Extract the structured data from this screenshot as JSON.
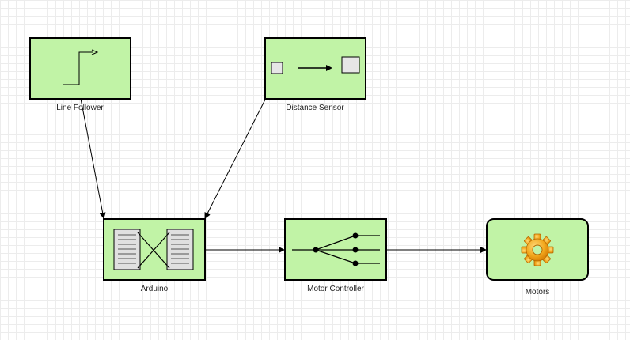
{
  "diagram": {
    "nodes": [
      {
        "id": "line-follower",
        "label": "Line Follower",
        "icon": "step-signal-icon"
      },
      {
        "id": "distance-sensor",
        "label": "Distance Sensor",
        "icon": "signal-transfer-icon"
      },
      {
        "id": "arduino",
        "label": "Arduino",
        "icon": "crossover-documents-icon"
      },
      {
        "id": "motor-controller",
        "label": "Motor Controller",
        "icon": "fan-out-icon"
      },
      {
        "id": "motors",
        "label": "Motors",
        "icon": "gear-icon"
      }
    ],
    "edges": [
      {
        "from": "line-follower",
        "to": "arduino"
      },
      {
        "from": "distance-sensor",
        "to": "arduino"
      },
      {
        "from": "arduino",
        "to": "motor-controller"
      },
      {
        "from": "motor-controller",
        "to": "motors"
      }
    ],
    "colors": {
      "node_fill": "#c1f3a6",
      "node_stroke": "#000000",
      "gear_orange": "#f2a81d",
      "background_grid": "#ececec"
    }
  }
}
